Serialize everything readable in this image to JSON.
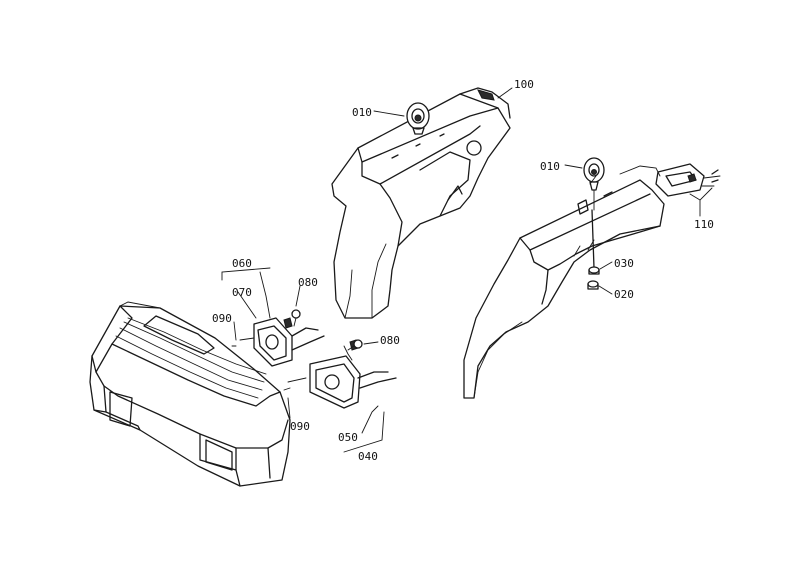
{
  "labels": {
    "p010a": "010",
    "p100": "100",
    "p010b": "010",
    "p110": "110",
    "p030": "030",
    "p020": "020",
    "p060": "060",
    "p070": "070",
    "p080a": "080",
    "p090a": "090",
    "p080b": "080",
    "p090b": "090",
    "p050": "050",
    "p040": "040"
  }
}
